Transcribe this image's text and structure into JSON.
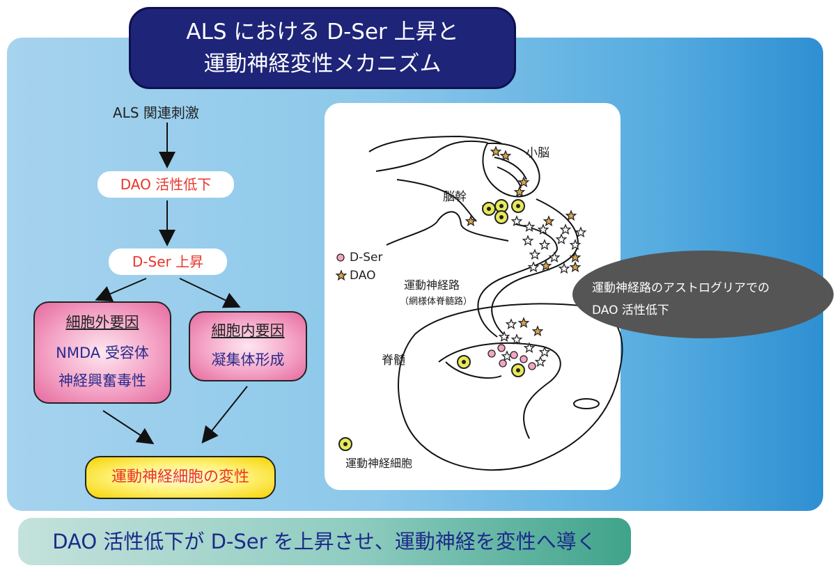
{
  "title": {
    "line1": "ALS における D-Ser 上昇と",
    "line2": "運動神経変性メカニズム"
  },
  "flow": {
    "start": "ALS 関連刺激",
    "step1": "DAO 活性低下",
    "step2": "D-Ser 上昇",
    "extracellular": {
      "header": "細胞外要因",
      "line1": "NMDA 受容体",
      "line2": "神経興奮毒性"
    },
    "intracellular": {
      "header": "細胞内要因",
      "line1": "凝集体形成"
    },
    "result": "運動神経細胞の変性"
  },
  "diagram": {
    "cerebellum": "小脳",
    "brainstem": "脳幹",
    "legend_dser": "D-Ser",
    "legend_dao": "DAO",
    "tract_line1": "運動神経路",
    "tract_line2": "（網様体脊髄路）",
    "spinal_cord": "脊髄",
    "motor_neuron": "運動神経細胞"
  },
  "callout": {
    "line1": "運動神経路のアストログリアでの",
    "line2": "DAO 活性低下"
  },
  "summary": "DAO 活性低下が D-Ser を上昇させ、運動神経を変性へ導く",
  "colors": {
    "title_bg": "#1e2478",
    "accent_red": "#e8352a",
    "dao_star": "#d9a64a",
    "dser_dot": "#f4a4c6",
    "motor_neuron": "#e6ea5a"
  }
}
